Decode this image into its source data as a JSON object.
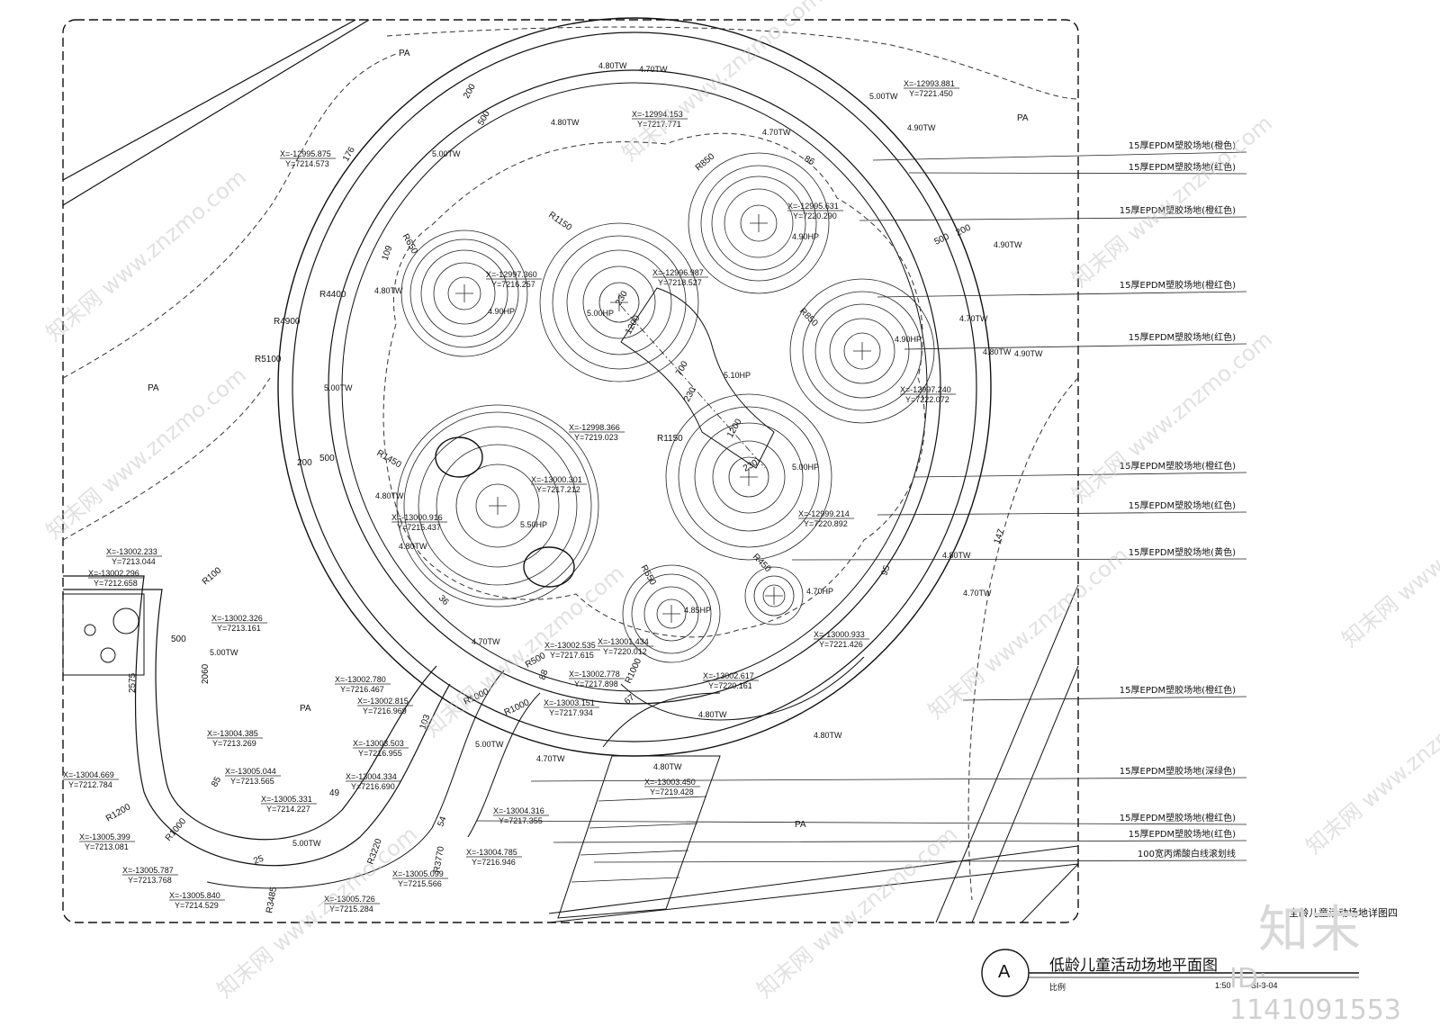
{
  "title": "低龄儿童活动场地平面图",
  "title_mark": "A",
  "scale_label": "比例",
  "scale_value": "1:50",
  "sheet_ref_tail": "SI-8-04",
  "pa_labels": [
    "PA",
    "PA",
    "PA",
    "PA",
    "PA"
  ],
  "legend": [
    "15厚EPDM塑胶场地(橙色)",
    "15厚EPDM塑胶场地(红色)",
    "15厚EPDM塑胶场地(橙红色)",
    "15厚EPDM塑胶场地(橙红色)",
    "15厚EPDM塑胶场地(红色)",
    "15厚EPDM塑胶场地(橙红色)",
    "15厚EPDM塑胶场地(红色)",
    "15厚EPDM塑胶场地(黄色)",
    "15厚EPDM塑胶场地(橙红色)",
    "15厚EPDM塑胶场地(深绿色)",
    "15厚EPDM塑胶场地(橙红色)",
    "15厚EPDM塑胶场地(红色)",
    "100宽丙烯酸白线滚划线"
  ],
  "detail_ref": "全龄儿童活动场地详图四",
  "brand": "知末",
  "id_text": "ID: 1141091553",
  "watermark": "www.znzmo.com",
  "watermark_cn": "知末网",
  "elevations": [
    "4.80TW",
    "4.70TW",
    "4.80TW",
    "4.70TW",
    "5.00TW",
    "4.90TW",
    "5.00TW",
    "4.80TW",
    "4.90HP",
    "5.00HP",
    "4.90HP",
    "5.10HP",
    "4.90HP",
    "4.70TW",
    "4.80TW",
    "4.90TW",
    "4.90TW",
    "5.00TW",
    "5.00TW",
    "5.00HP",
    "5.50HP",
    "4.85HP",
    "4.70HP",
    "4.80TW",
    "4.80TW",
    "4.70TW",
    "4.80TW",
    "4.80TW",
    "4.80TW",
    "4.70TW",
    "5.00TW",
    "5.00TW",
    "4.80TW",
    "4.70TW"
  ],
  "radii": [
    "R850",
    "R1150",
    "R650",
    "R850",
    "R4400",
    "R4900",
    "R5100",
    "R1150",
    "R1450",
    "R650",
    "R450",
    "R100",
    "R1000",
    "R1000",
    "R500",
    "R1000",
    "R1200",
    "R1000",
    "R3220",
    "R3485",
    "R3770"
  ],
  "dims": [
    "200",
    "500",
    "176",
    "500",
    "200",
    "86",
    "109",
    "200",
    "500",
    "36",
    "95",
    "147",
    "500",
    "2060",
    "2575",
    "85",
    "49",
    "103",
    "88",
    "67",
    "25",
    "54",
    "1200",
    "700",
    "230",
    "1200",
    "230",
    "230"
  ],
  "coords": [
    [
      "X=-12993.881",
      "Y=7221.450"
    ],
    [
      "X=-12994.153",
      "Y=7217.771"
    ],
    [
      "X=-12995.875",
      "Y=7214.573"
    ],
    [
      "X=-12995.631",
      "Y=7220.290"
    ],
    [
      "X=-12997.360",
      "Y=7216.257"
    ],
    [
      "X=-12996.987",
      "Y=7218.527"
    ],
    [
      "X=-12997.240",
      "Y=7222.072"
    ],
    [
      "X=-12998.366",
      "Y=7219.023"
    ],
    [
      "X=-13000.301",
      "Y=7217.212"
    ],
    [
      "X=-13000.916",
      "Y=7215.437"
    ],
    [
      "X=-12999.214",
      "Y=7220.892"
    ],
    [
      "X=-13000.933",
      "Y=7221.426"
    ],
    [
      "X=-13001.434",
      "Y=7220.012"
    ],
    [
      "X=-13002.535",
      "Y=7217.615"
    ],
    [
      "X=-13002.617",
      "Y=7220.161"
    ],
    [
      "X=-13002.233",
      "Y=7213.044"
    ],
    [
      "X=-13002.296",
      "Y=7212.658"
    ],
    [
      "X=-13002.326",
      "Y=7213.161"
    ],
    [
      "X=-13002.780",
      "Y=7216.467"
    ],
    [
      "X=-13002.778",
      "Y=7217.898"
    ],
    [
      "X=-13002.815",
      "Y=7216.969"
    ],
    [
      "X=-13003.151",
      "Y=7217.934"
    ],
    [
      "X=-13004.385",
      "Y=7213.269"
    ],
    [
      "X=-13003.503",
      "Y=7216.955"
    ],
    [
      "X=-13005.044",
      "Y=7213.565"
    ],
    [
      "X=-13004.334",
      "Y=7216.690"
    ],
    [
      "X=-13003.450",
      "Y=7219.428"
    ],
    [
      "X=-13004.669",
      "Y=7212.784"
    ],
    [
      "X=-13005.331",
      "Y=7214.227"
    ],
    [
      "X=-13004.316",
      "Y=7217.355"
    ],
    [
      "X=-13005.399",
      "Y=7213.081"
    ],
    [
      "X=-13004.785",
      "Y=7216.946"
    ],
    [
      "X=-13005.787",
      "Y=7213.768"
    ],
    [
      "X=-13005.099",
      "Y=7215.566"
    ],
    [
      "X=-13005.840",
      "Y=7214.529"
    ],
    [
      "X=-13005.726",
      "Y=7215.284"
    ]
  ]
}
